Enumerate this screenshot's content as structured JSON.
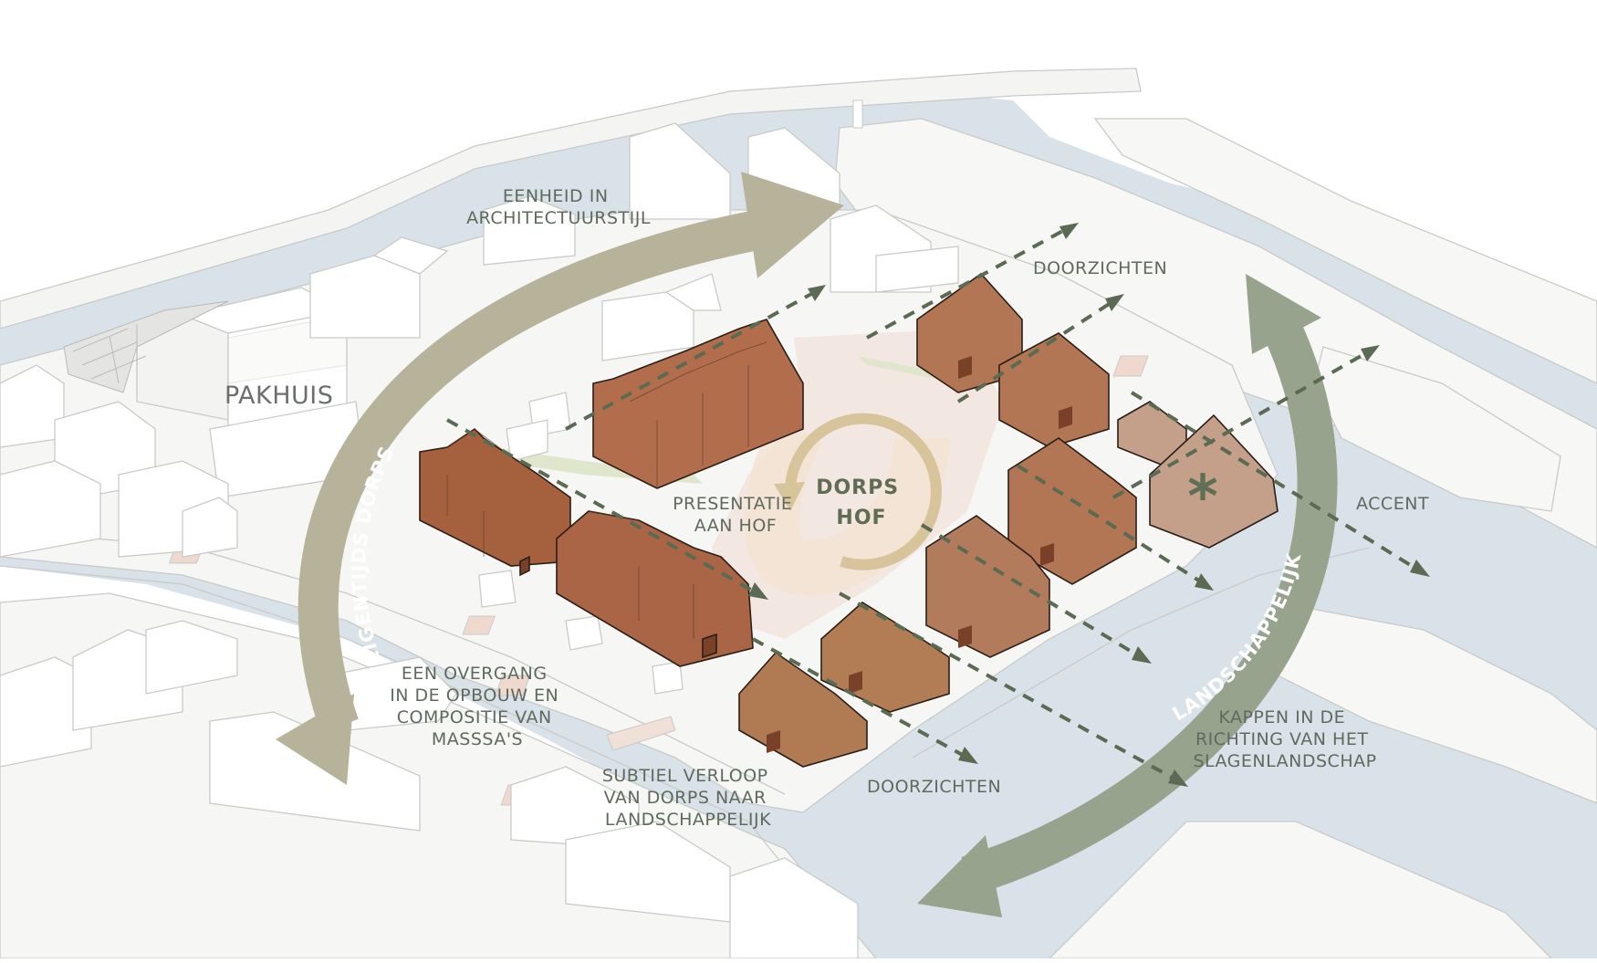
{
  "labels": {
    "eenheid": [
      "EENHEID IN",
      "ARCHITECTUURSTIJL"
    ],
    "doorzichten_top": "DOORZICHTEN",
    "pakhuis": "PAKHUIS",
    "presentatie": [
      "PRESENTATIE",
      "AAN HOF"
    ],
    "dorps_hof": [
      "DORPS",
      "HOF"
    ],
    "accent": "ACCENT",
    "overgang": [
      "EEN OVERGANG",
      "IN DE OPBOUW EN",
      "COMPOSITIE VAN",
      "MASSSA'S"
    ],
    "subtiel": [
      "SUBTIEL VERLOOP",
      "VAN DORPS NAAR",
      "LANDSCHAPPELIJK"
    ],
    "doorzichten_bottom": "DOORZICHTEN",
    "kappen": [
      "KAPPEN IN DE",
      "RICHTING VAN HET",
      "SLAGENLANDSCHAP"
    ],
    "eigentijds_dorps": "EIGENTIJDS DORPS",
    "landschappelijk": "LANDSCHAPPELIJK"
  },
  "accent_symbol": "*",
  "colors": {
    "water": "#d9e2e8",
    "tan_arrow": "#b7b39a",
    "green_arrow": "#98a38d",
    "view_line": "#5b6b53",
    "hof_ring": "#d8c49b",
    "house_dark": "#a5603e",
    "house_mid": "#b27655",
    "house_light": "#b9876a",
    "house_ochre": "#b27d55",
    "accent_house": "#c4a08a",
    "accent_star": "#5e6f55"
  }
}
